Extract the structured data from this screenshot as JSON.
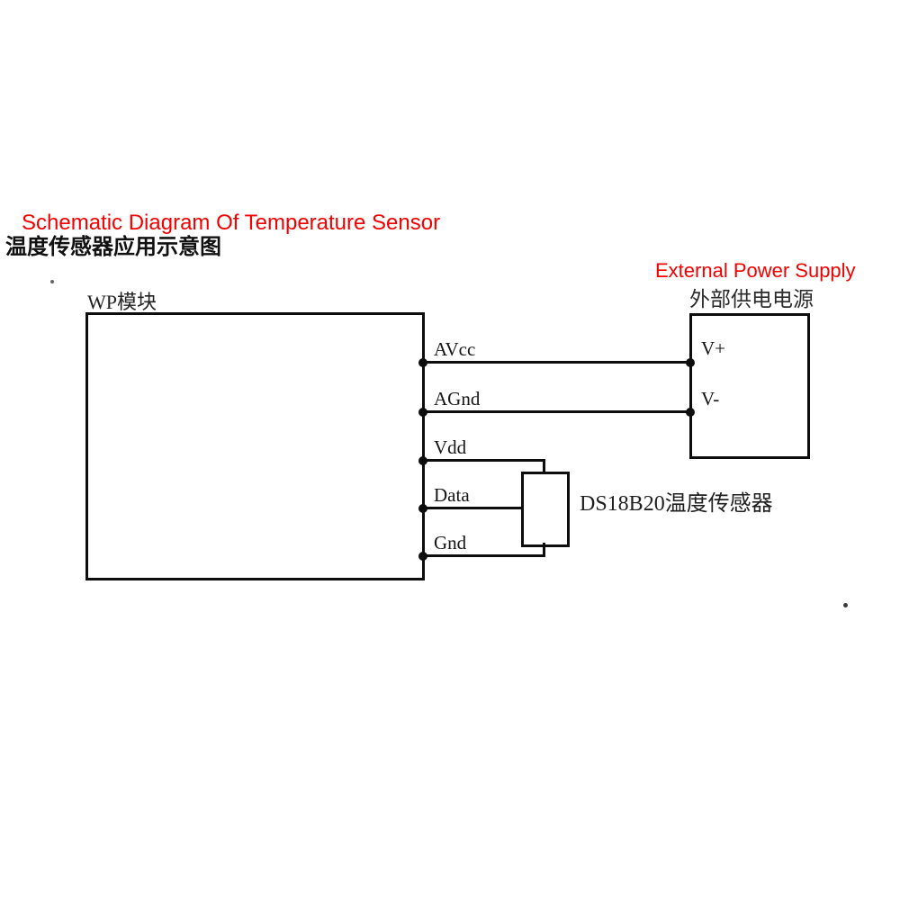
{
  "colors": {
    "background": "#ffffff",
    "title_red": "#f30000",
    "wire_black": "#0d0d0d",
    "text_black": "#1a1a1a"
  },
  "header": {
    "title_en": "Schematic Diagram Of Temperature Sensor",
    "title_cn": "温度传感器应用示意图"
  },
  "wp_module": {
    "label": "WP模块",
    "pins": [
      {
        "name": "AVcc"
      },
      {
        "name": "AGnd"
      },
      {
        "name": "Vdd"
      },
      {
        "name": "Data"
      },
      {
        "name": "Gnd"
      }
    ]
  },
  "power_supply": {
    "title_en": "External Power Supply",
    "label_cn": "外部供电电源",
    "pins": [
      {
        "name": "V+"
      },
      {
        "name": "V-"
      }
    ]
  },
  "sensor": {
    "label": "DS18B20温度传感器"
  },
  "connections": [
    {
      "from": "WP模块.AVcc",
      "to": "外部供电电源.V+"
    },
    {
      "from": "WP模块.AGnd",
      "to": "外部供电电源.V-"
    },
    {
      "from": "WP模块.Vdd",
      "to": "DS18B20.Vdd"
    },
    {
      "from": "WP模块.Data",
      "to": "DS18B20.Data"
    },
    {
      "from": "WP模块.Gnd",
      "to": "DS18B20.Gnd"
    }
  ]
}
